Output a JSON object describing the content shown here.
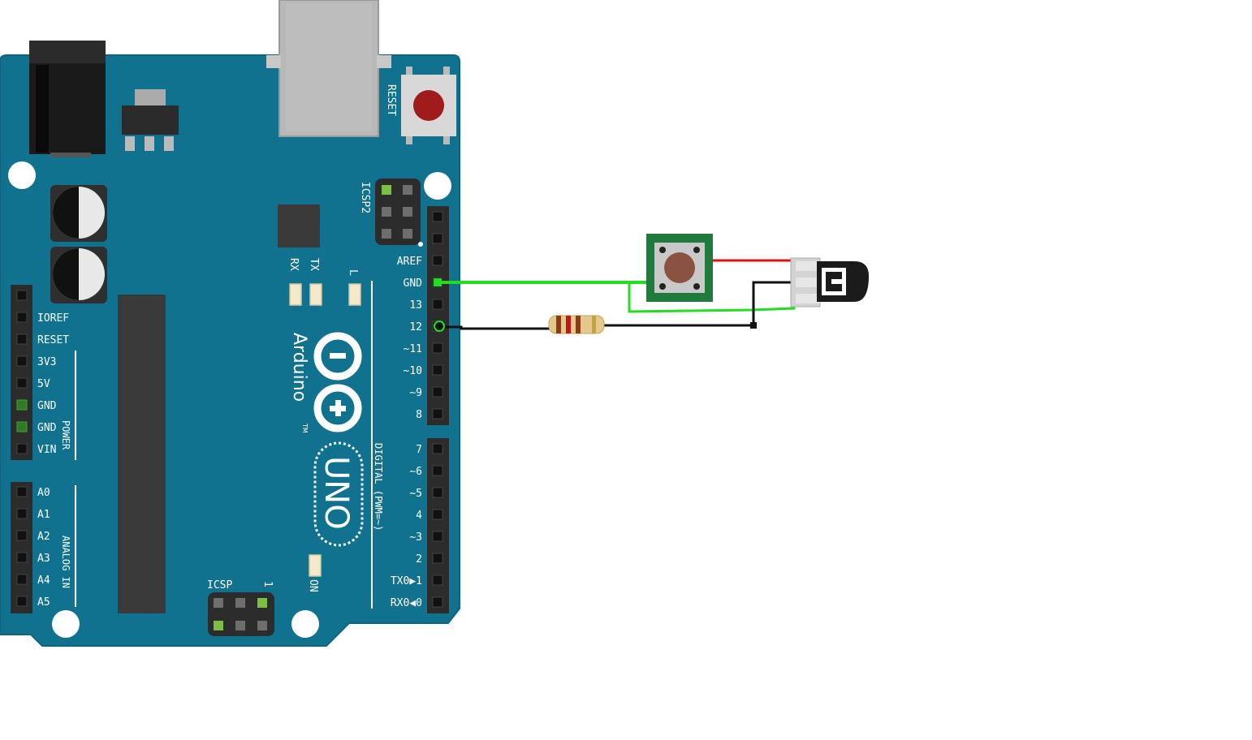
{
  "board": {
    "name": "Arduino",
    "model": "UNO",
    "trademark": "TM",
    "reset_label": "RESET",
    "icsp_label": "ICSP",
    "icsp_pin1": "1",
    "icsp2_label": "ICSP2",
    "tx_label": "TX",
    "rx_label": "RX",
    "l_label": "L",
    "on_label": "ON",
    "power_group_label": "POWER",
    "analog_group_label": "ANALOG IN",
    "digital_group_label": "DIGITAL (PWM=~)",
    "power_pins": [
      "IOREF",
      "RESET",
      "3V3",
      "5V",
      "GND",
      "GND",
      "VIN"
    ],
    "analog_pins": [
      "A0",
      "A1",
      "A2",
      "A3",
      "A4",
      "A5"
    ],
    "digital_top_pins": [
      "AREF",
      "GND",
      "13",
      "12",
      "~11",
      "~10",
      "~9",
      "8"
    ],
    "digital_bottom_pins": [
      "7",
      "~6",
      "~5",
      "4",
      "~3",
      "2",
      "TX0▶1",
      "RX0◀0"
    ]
  },
  "components": {
    "pushbutton": "pushbutton",
    "resistor": "resistor",
    "sensor": "3-pin sensor"
  },
  "colors": {
    "board": "#11728f",
    "wire_green": "#22dd22",
    "wire_black": "#111111",
    "wire_red": "#e01010",
    "reset_button": "#a01c1c"
  }
}
